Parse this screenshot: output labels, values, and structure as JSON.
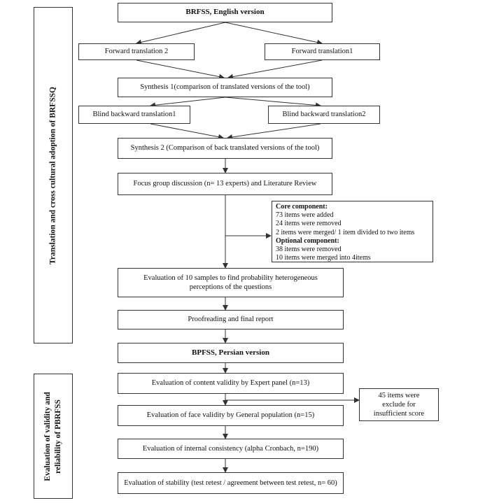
{
  "sections": {
    "translation": "Translation and cross cultural adoption of BRFSSQ",
    "validity_line1": "Evaluation of validity and",
    "validity_line2": "reliability of PBRFSS"
  },
  "boxes": {
    "english": "BRFSS, English version",
    "fwd2": "Forward translation 2",
    "fwd1": "Forward translation1",
    "synth1": "Synthesis 1(comparison of translated versions of the tool)",
    "back1": "Blind backward translation1",
    "back2": "Blind backward translation2",
    "synth2": "Synthesis 2 (Comparison of back translated versions of the tool)",
    "focus": "Focus group discussion (n= 13 experts) and Literature Review",
    "eval10_line1": "Evaluation of 10 samples to find probability heterogeneous",
    "eval10_line2": "perceptions of the questions",
    "proof": "Proofreading and final report",
    "persian": "BPFSS, Persian version",
    "content": "Evaluation of content validity by Expert panel (n=13)",
    "face": "Evaluation of face validity by General population (n=15)",
    "internal": "Evaluation of internal consistency (alpha Cronbach, n=190)",
    "stability": "Evaluation of stability (test retest / agreement between test retest, n= 60)"
  },
  "core": {
    "core_header": "Core component:",
    "core_items": [
      "73 items were added",
      "24 items were removed",
      "2 items were merged/ 1 item divided to two items"
    ],
    "optional_header": "Optional component:",
    "optional_items": [
      "38 items were removed",
      "10 items were merged into 4items"
    ]
  },
  "excluded": {
    "line1": "45 items were",
    "line2": "exclude for",
    "line3": "insufficient score"
  }
}
